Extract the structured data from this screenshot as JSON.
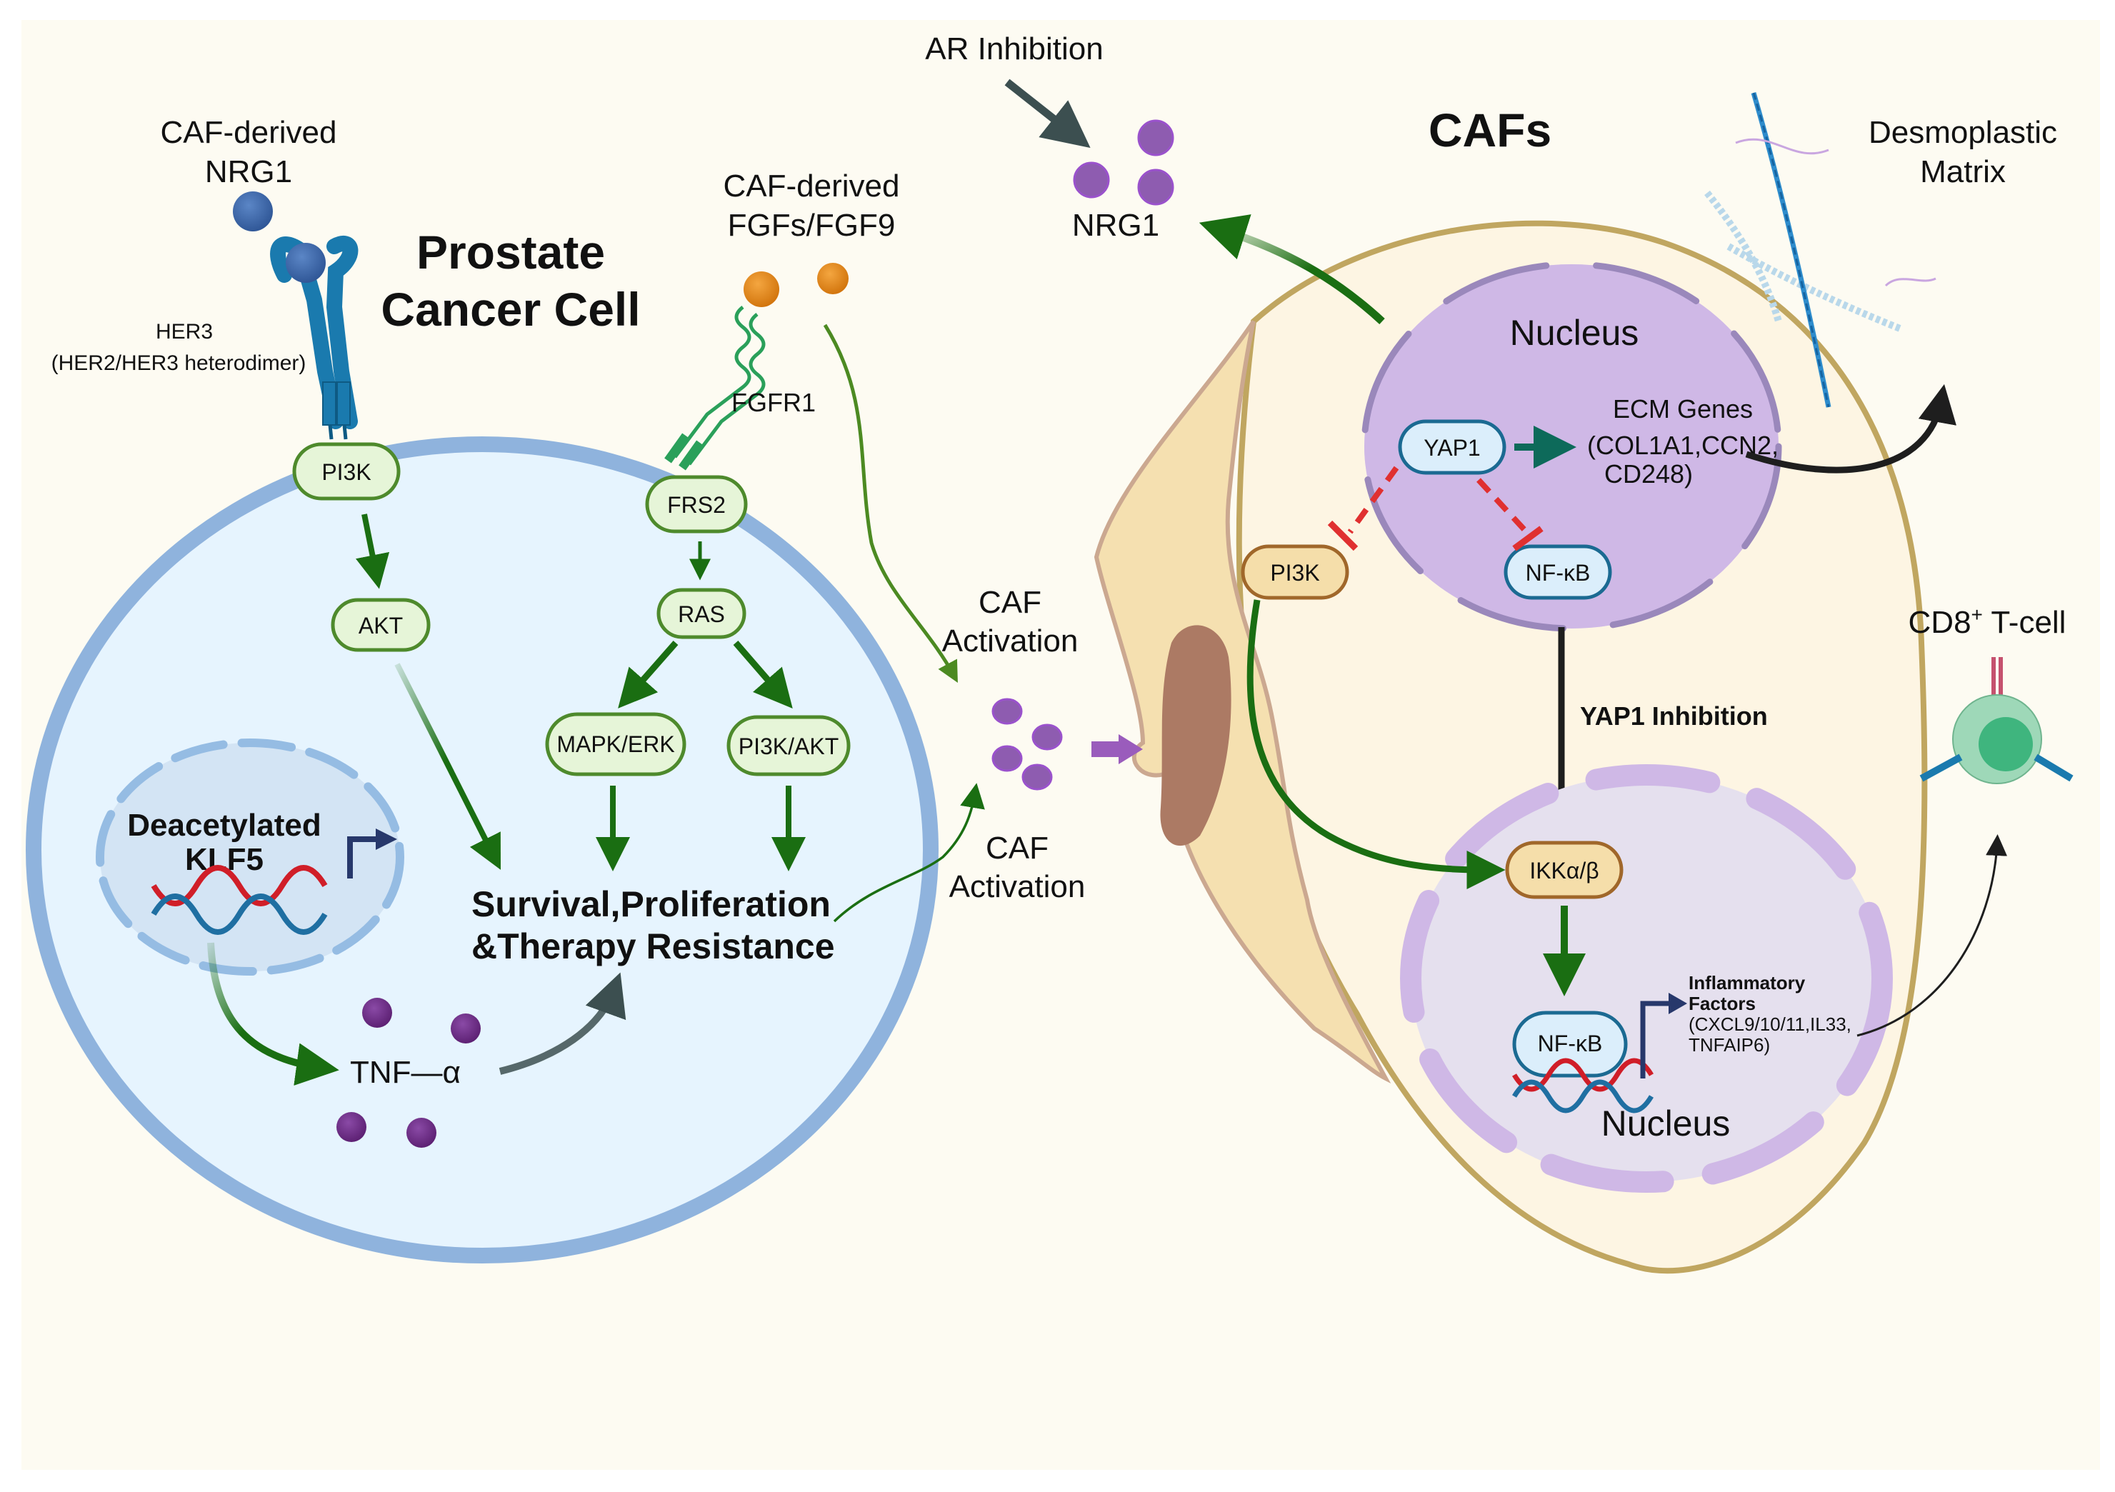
{
  "figure": {
    "background_color": "#fdfbf2",
    "cancer_cell": {
      "title_line1": "Prostate",
      "title_line2": "Cancer Cell",
      "nrg1_ligand_line1": "CAF-derived",
      "nrg1_ligand_line2": "NRG1",
      "receptor_line1": "HER3",
      "receptor_line2": "(HER2/HER3 heterodimer)",
      "fgf_ligand_line1": "CAF-derived",
      "fgf_ligand_line2": "FGFs/FGF9",
      "fgfr_label": "FGFR1",
      "nodes": {
        "pi3k": "PI3K",
        "akt": "AKT",
        "frs2": "FRS2",
        "ras": "RAS",
        "mapk_erk": "MAPK/ERK",
        "pi3k_akt": "PI3K/AKT"
      },
      "outcome_line1": "Survival,Proliferation",
      "outcome_line2": "&Therapy Resistance",
      "klf5_line1": "Deacetylated",
      "klf5_line2": "KLF5",
      "tnf_label": "TNF—α"
    },
    "middle": {
      "caf_activation_top_line1": "CAF",
      "caf_activation_top_line2": "Activation",
      "caf_activation_bottom_line1": "CAF",
      "caf_activation_bottom_line2": "Activation",
      "ar_inhibition": "AR Inhibition",
      "nrg1_label": "NRG1"
    },
    "caf_cell": {
      "title": "CAFs",
      "upper_nucleus_label": "Nucleus",
      "lower_nucleus_label": "Nucleus",
      "yap1": "YAP1",
      "nfkb_upper": "NF-κB",
      "pi3k": "PI3K",
      "ecm_line1": "ECM Genes",
      "ecm_line2": "(COL1A1,CCN2,",
      "ecm_line3": "CD248)",
      "yap1_inhibition": "YAP1 Inhibition",
      "ikk": "IKKα/β",
      "nfkb_lower": "NF-κB",
      "inflammatory_line1": "Inflammatory",
      "inflammatory_line2": "Factors",
      "inflammatory_line3": "(CXCL9/10/11,IL33,",
      "inflammatory_line4": "TNFAIP6)"
    },
    "right_side": {
      "matrix_line1": "Desmoplastic",
      "matrix_line2": "Matrix",
      "tcell_label": "CD8",
      "tcell_superscript": "+",
      "tcell_suffix": " T-cell"
    },
    "colors": {
      "activation_green": "#1a6e12",
      "inhibition_red": "#e03030",
      "cancer_cell_fill": "#e6f4fe",
      "cancer_cell_membrane": "#8fb3dd",
      "caf_fill": "#fdf5e3",
      "caf_outline": "#c0a660",
      "nucleus_fill": "#e5e0ee",
      "nucleus_envelope": "#cfb8e6",
      "nrg1_purple": "#8e5cb0",
      "tnf_purple": "#6b2a82",
      "fgf_orange": "#ea8c13",
      "her_blue": "#1a7aae",
      "tcell_green": "#9ed8b8"
    }
  }
}
